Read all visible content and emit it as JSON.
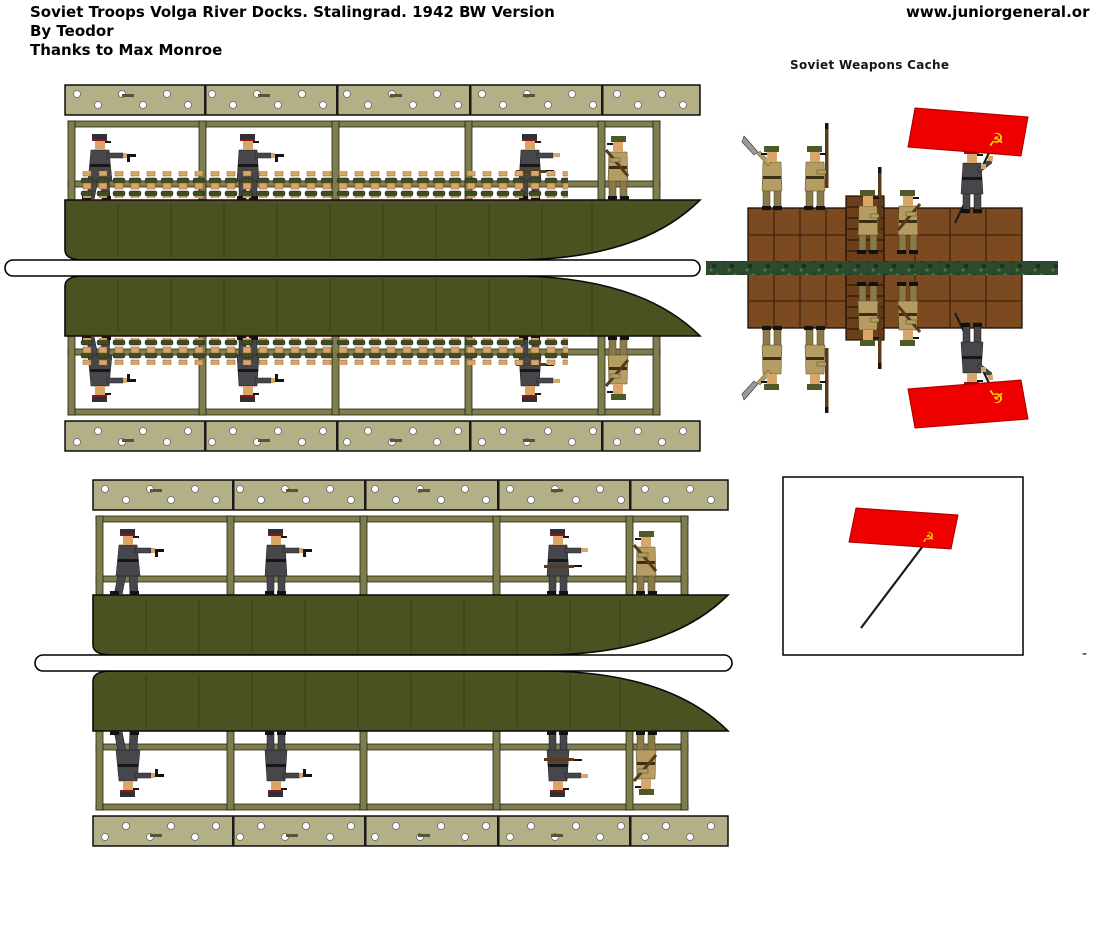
{
  "header": {
    "title": "Soviet Troops Volga River Docks. Stalingrad. 1942 BW Version",
    "byline": "By Teodor",
    "credit": "Thanks to Max Monroe",
    "website": "www.juniorgeneral.or"
  },
  "labels": {
    "weapons_cache": "Soviet Weapons Cache",
    "stray_dash": "-"
  },
  "colors": {
    "flag_red": "#ee0000",
    "hull_olive": "#4a5222",
    "dock_khaki": "#b3af86",
    "rail_olive": "#7f7d4e",
    "crate_brown": "#7b4a21",
    "camo_green": "#2c4a2e",
    "coat_gray": "#47474b",
    "uniform_khaki": "#b49c62",
    "skin": "#d9a568",
    "emblem_gold": "#ffd700"
  },
  "figures": {
    "barge_soldiers": [
      "officer-running-pistol",
      "officer-aiming-pistol",
      "officer-pointing-rifle",
      "soldier-khaki-rifle"
    ],
    "cache_soldiers": [
      "soldier-megaphone",
      "soldier-rifle-vertical",
      "soldier-rifle-center",
      "soldier-khaki",
      "flag-bearer"
    ],
    "emblem": "hammer-and-sickle"
  },
  "sprites": {
    "barge_sheet_1": "troop barge with packed troops, mirrored fold-over",
    "barge_sheet_2": "troop barge, mirrored fold-over",
    "weapons_cache": "crates with soldiers and red banner, mirrored fold-over",
    "flag_cutout": "red flag on pole in box"
  }
}
